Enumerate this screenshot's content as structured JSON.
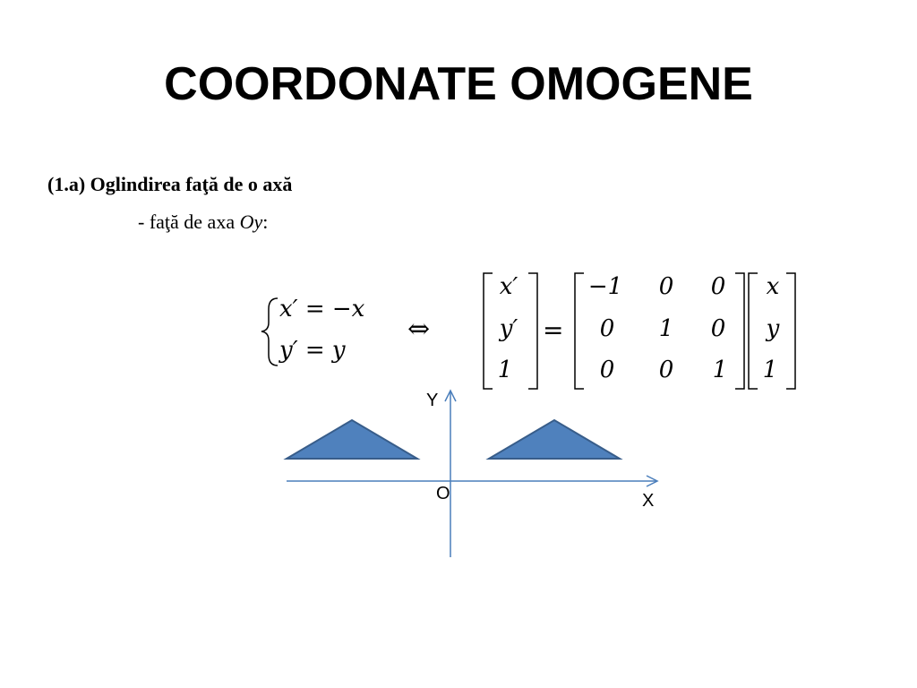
{
  "slide": {
    "title": "COORDONATE OMOGENE",
    "heading": "(1.a) Oglindirea faţă de o axă",
    "subheading_prefix": "- faţă de axa ",
    "subheading_axis": "Oy",
    "subheading_suffix": ":"
  },
  "equations": {
    "line1_lhs": "x′ = −x",
    "line2_lhs": "y′ =  y",
    "equivalence_symbol": "⇔",
    "equals_symbol": "="
  },
  "matrices": {
    "result_vector": [
      "x′",
      "y′",
      "1"
    ],
    "transform": [
      [
        "−1",
        "0",
        "0"
      ],
      [
        "0",
        "1",
        "0"
      ],
      [
        "0",
        "0",
        "1"
      ]
    ],
    "input_vector": [
      "x",
      "y",
      "1"
    ]
  },
  "diagram": {
    "y_axis_label": "Y",
    "x_axis_label": "X",
    "origin_label": "O",
    "axis_color": "#4a7ebb",
    "triangle_fill": "#4f81bd",
    "triangle_stroke": "#385d8a"
  }
}
